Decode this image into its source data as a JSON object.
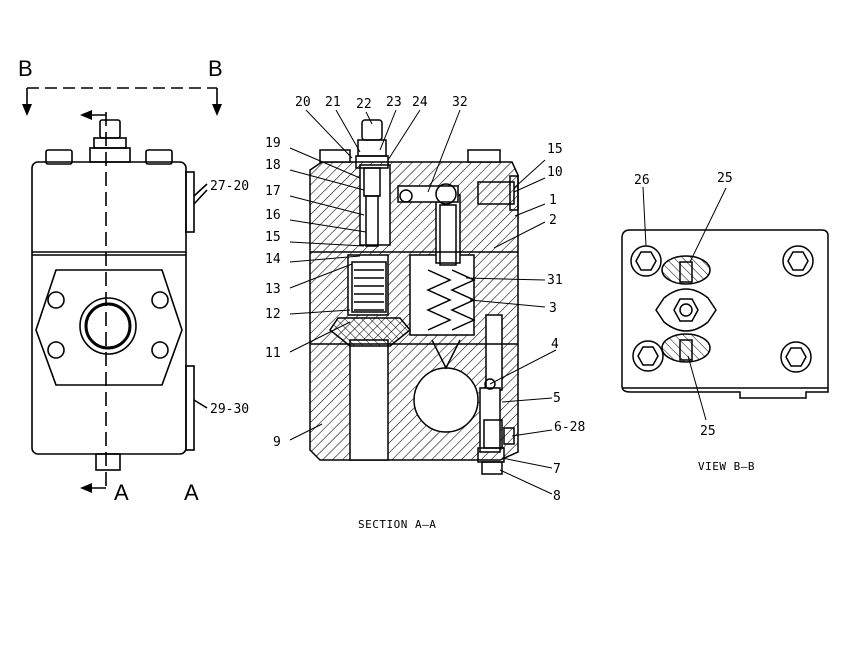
{
  "section_markers": {
    "b_left": "B",
    "b_right": "B",
    "a_left": "A",
    "a_right": "A"
  },
  "left_view": {
    "callout_top": "27-20",
    "callout_bottom": "29-30"
  },
  "section_view": {
    "caption": "SECTION A–A",
    "callouts_top": [
      "20",
      "21",
      "22",
      "23",
      "24",
      "32"
    ],
    "callouts_left": [
      "19",
      "18",
      "17",
      "16",
      "15",
      "14",
      "13",
      "12",
      "11",
      "9"
    ],
    "callouts_right": [
      "15",
      "10",
      "1",
      "2",
      "31",
      "3",
      "4",
      "5",
      "6-28",
      "7",
      "8"
    ]
  },
  "view_b": {
    "caption": "VIEW B–B",
    "callout_26": "26",
    "callout_25_top": "25",
    "callout_25_bottom": "25"
  }
}
